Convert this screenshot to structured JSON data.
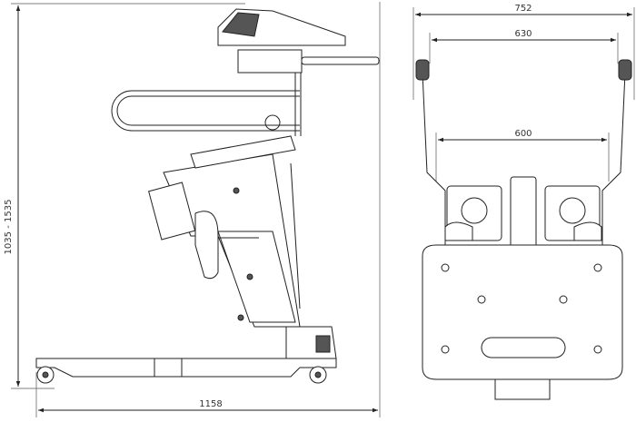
{
  "dimensions": {
    "height_range": "1035 - 1535",
    "side_length": "1158",
    "overall_width": "752",
    "handle_width": "630",
    "inner_width": "600"
  }
}
